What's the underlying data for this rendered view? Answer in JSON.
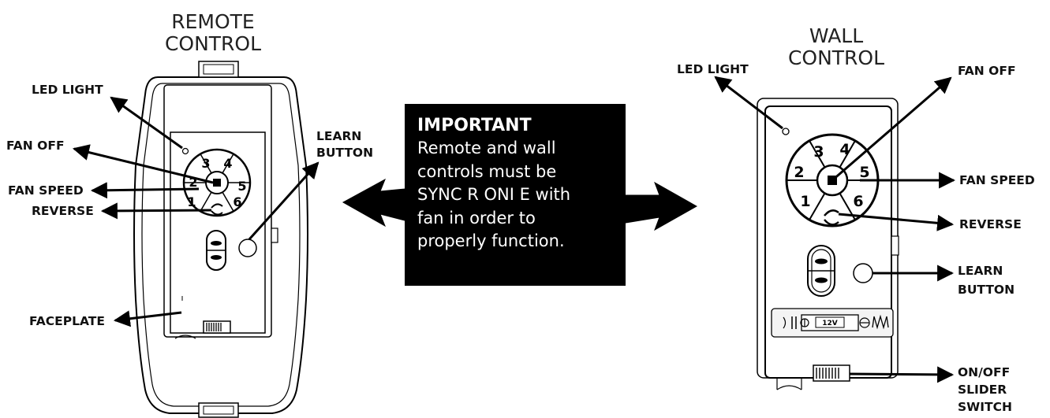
{
  "remote": {
    "title_line1": "REMOTE",
    "title_line2": "CONTROL",
    "labels": {
      "led_light": "LED LIGHT",
      "fan_off": "FAN OFF",
      "fan_speed": "FAN SPEED",
      "reverse": "REVERSE",
      "faceplate": "FACEPLATE",
      "learn_button_line1": "LEARN",
      "learn_button_line2": "BUTTON"
    },
    "speed_numbers": [
      "1",
      "2",
      "3",
      "4",
      "5",
      "6"
    ]
  },
  "wall": {
    "title_line1": "WALL",
    "title_line2": "CONTROL",
    "labels": {
      "led_light": "LED LIGHT",
      "fan_off": "FAN OFF",
      "fan_speed": "FAN SPEED",
      "reverse": "REVERSE",
      "learn_button_line1": "LEARN",
      "learn_button_line2": "BUTTON",
      "slider_line1": "ON/OFF",
      "slider_line2": "SLIDER",
      "slider_line3": "SWITCH"
    },
    "speed_numbers": [
      "1",
      "2",
      "3",
      "4",
      "5",
      "6"
    ],
    "battery_label": "12V"
  },
  "important": {
    "heading": "IMPORTANT",
    "lines": [
      "Remote and wall",
      "controls must be",
      "SYNC R  ONI E  with",
      "fan in order to",
      "properly function."
    ]
  }
}
